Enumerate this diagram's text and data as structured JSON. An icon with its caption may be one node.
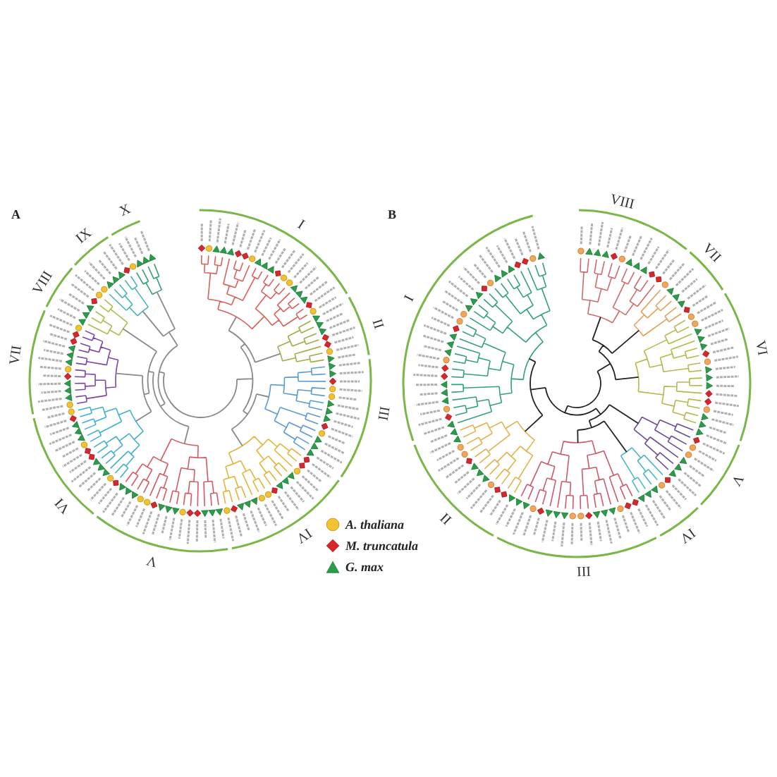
{
  "diagram": {
    "labels": [
      "A",
      "I",
      "II",
      "III",
      "IV",
      "V",
      "VI",
      "VII",
      "VIII",
      "IX",
      "X",
      "B",
      "I",
      "II",
      "III",
      "IV",
      "V",
      "VI",
      "VII",
      "VIII"
    ],
    "legend": [
      {
        "text": "A. thaliana"
      },
      {
        "text": "M. truncatula"
      },
      {
        "text": "G. max"
      }
    ]
  }
}
